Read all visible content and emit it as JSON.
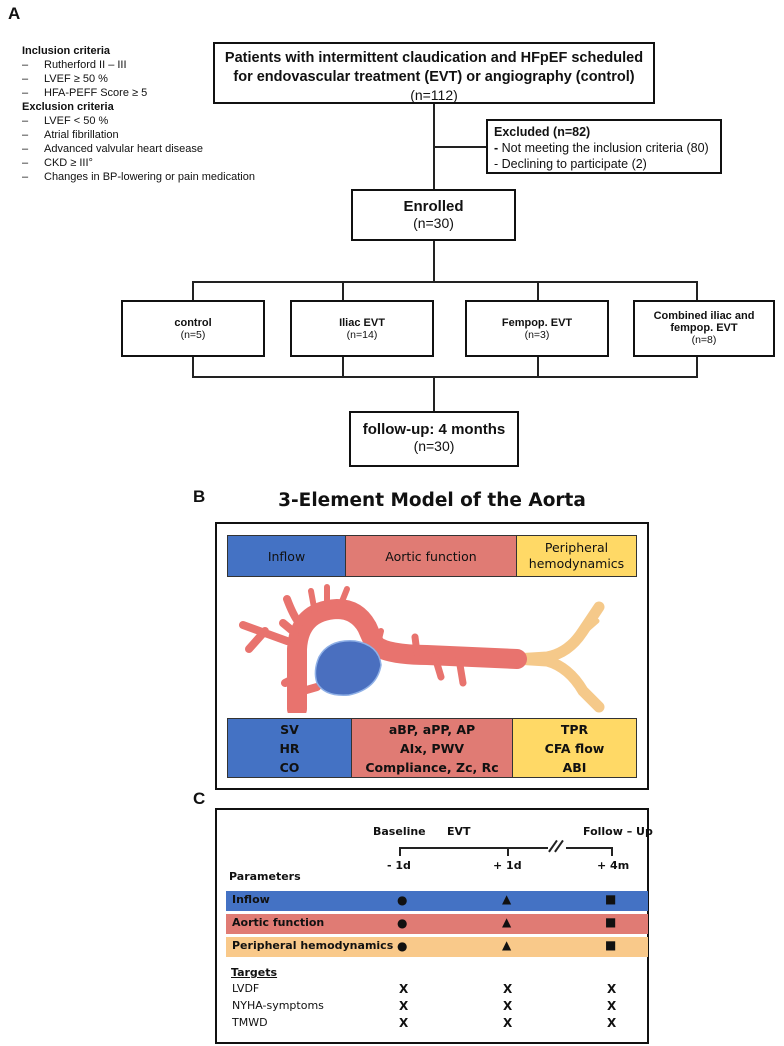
{
  "panel_a": {
    "letter": "A",
    "inclusion_title": "Inclusion criteria",
    "inclusion_items": [
      "Rutherford II – III",
      "LVEF ≥ 50 %",
      "HFA-PEFF Score ≥ 5"
    ],
    "exclusion_title": "Exclusion criteria",
    "exclusion_items": [
      "LVEF < 50 %",
      "Atrial fibrillation",
      "Advanced valvular heart disease",
      "CKD ≥ III°",
      "Changes in BP-lowering or pain medication"
    ],
    "dash": "–",
    "top_box": {
      "line1": "Patients with intermittent claudication and HFpEF scheduled",
      "line2": "for endovascular treatment (EVT) or angiography (control)",
      "n": "(n=112)"
    },
    "excluded_box": {
      "title": "Excluded (n=82)",
      "line1": "Not meeting the inclusion criteria (80)",
      "line2": "- Declining to participate (2)",
      "bullet": "-"
    },
    "enrolled_box": {
      "title": "Enrolled",
      "n": "(n=30)"
    },
    "groups": [
      {
        "label": "control",
        "n": "(n=5)"
      },
      {
        "label": "Iliac EVT",
        "n": "(n=14)"
      },
      {
        "label": "Fempop. EVT",
        "n": "(n=3)"
      },
      {
        "label": "Combined iliac and fempop. EVT",
        "label1": "Combined iliac and",
        "label2": "fempop. EVT",
        "n": "(n=8)"
      }
    ],
    "followup_box": {
      "title": "follow-up: 4 months",
      "n": "(n=30)"
    }
  },
  "panel_b": {
    "letter": "B",
    "title": "3-Element Model of the Aorta",
    "headers": [
      {
        "label": "Inflow",
        "color": "#4472c4"
      },
      {
        "label": "Aortic function",
        "color": "#e07b74"
      },
      {
        "label1": "Peripheral",
        "label2": "hemodynamics",
        "color": "#ffd966"
      }
    ],
    "params": [
      {
        "lines": [
          "SV",
          "HR",
          "CO"
        ]
      },
      {
        "lines": [
          "aBP, aPP, AP",
          "AIx, PWV",
          "Compliance, Zc, Rc"
        ]
      },
      {
        "lines": [
          "TPR",
          "CFA flow",
          "ABI"
        ]
      }
    ],
    "colors": {
      "aorta": "#e8736e",
      "heart": "#4a6fbf",
      "periphery": "#f5c98a"
    }
  },
  "panel_c": {
    "letter": "C",
    "phase_labels": {
      "baseline": "Baseline",
      "evt": "EVT",
      "followup": "Follow – Up"
    },
    "timepoints": [
      "- 1d",
      "+ 1d",
      "+ 4m"
    ],
    "parameters_label": "Parameters",
    "rows": [
      {
        "label": "Inflow",
        "color": "#4472c4",
        "symbols": [
          "●",
          "▲",
          "■"
        ]
      },
      {
        "label": "Aortic function",
        "color": "#e07b74",
        "symbols": [
          "●",
          "▲",
          "■"
        ]
      },
      {
        "label": "Peripheral hemodynamics",
        "color": "#f9c98a",
        "symbols": [
          "●",
          "▲",
          "■"
        ]
      }
    ],
    "targets_label": "Targets",
    "targets": [
      {
        "label": "LVDF",
        "marks": [
          "X",
          "X",
          "X"
        ]
      },
      {
        "label": "NYHA-symptoms",
        "marks": [
          "X",
          "X",
          "X"
        ]
      },
      {
        "label": "TMWD",
        "marks": [
          "X",
          "X",
          "X"
        ]
      }
    ]
  }
}
